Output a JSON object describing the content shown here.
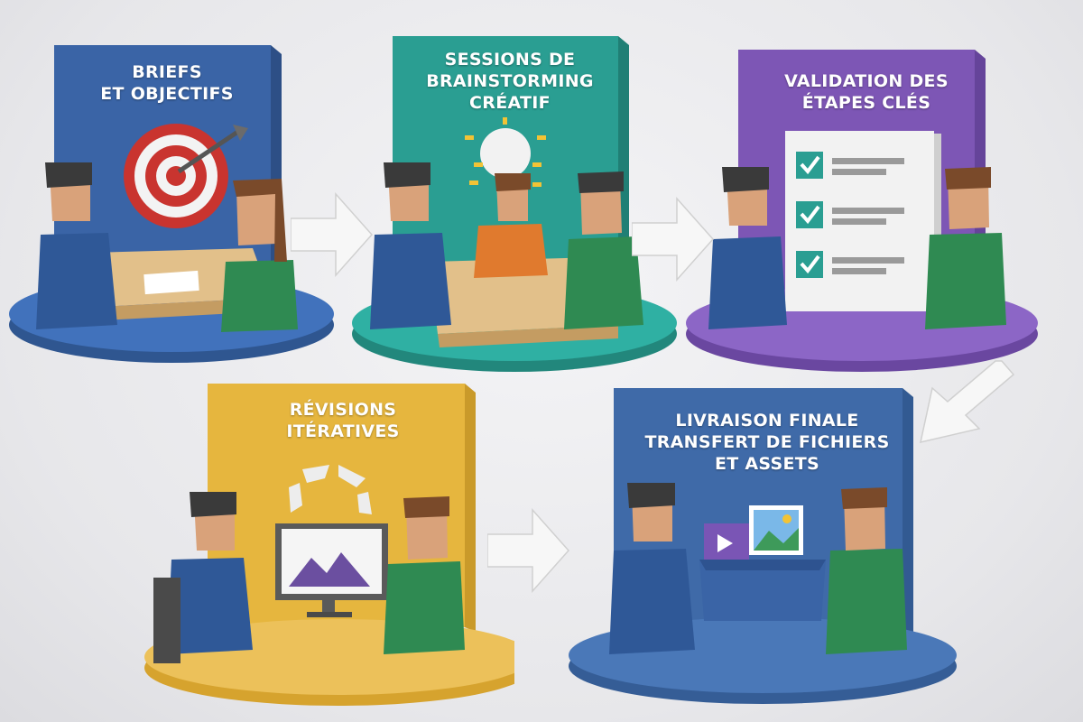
{
  "steps": [
    {
      "lines": [
        "BRIEFS",
        "ET OBJECTIFS"
      ],
      "color": "#3a64a6",
      "base": "#2f5690",
      "icon": "target-icon"
    },
    {
      "lines": [
        "SESSIONS DE",
        "BRAINSTORMING",
        "CRÉATIF"
      ],
      "color": "#2a9e92",
      "base": "#22877c",
      "icon": "lightbulb-icon"
    },
    {
      "lines": [
        "VALIDATION DES",
        "ÉTAPES CLÉS"
      ],
      "color": "#7d56b5",
      "base": "#6a47a0",
      "icon": "checklist-icon"
    },
    {
      "lines": [
        "RÉVISIONS",
        "ITÉRATIVES"
      ],
      "color": "#e6b63e",
      "base": "#d6a32e",
      "icon": "cycle-arrows-icon"
    },
    {
      "lines": [
        "LIVRAISON FINALE",
        "TRANSFERT DE FICHIERS",
        "ET ASSETS"
      ],
      "color": "#3f6aa8",
      "base": "#355d96",
      "icon": "assets-box-icon"
    }
  ],
  "colors": {
    "shirt_blue": "#2f5897",
    "shirt_green": "#2f8a52",
    "shirt_orange": "#e07a2e",
    "skin": "#d9a27a",
    "hair": "#3a3a3a",
    "hair_brown": "#7a4a2a",
    "table": "#e2c08a",
    "arrow": "#f7f7f7"
  }
}
